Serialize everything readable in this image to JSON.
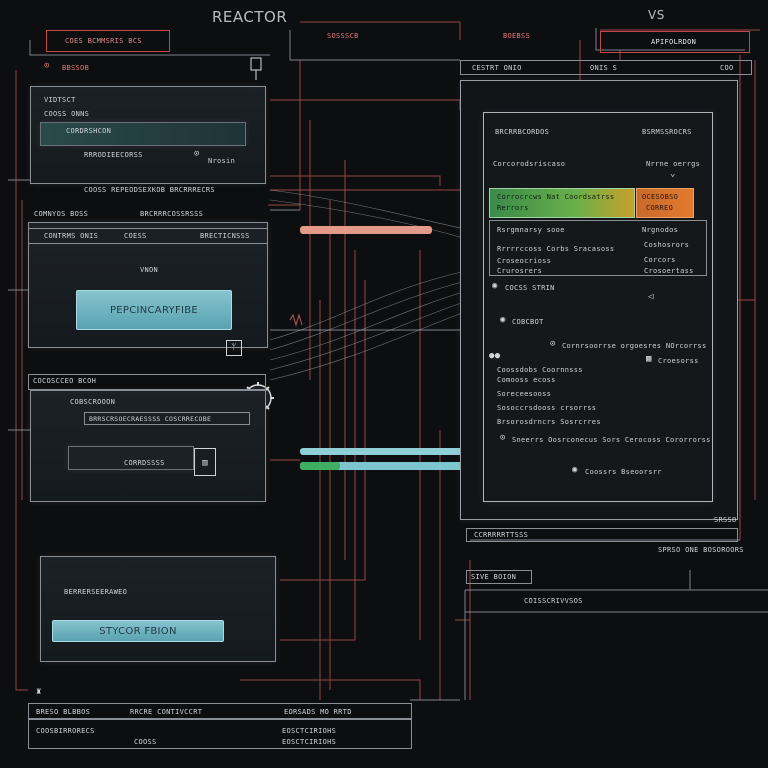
{
  "header": {
    "title": "REACTOR",
    "version": "VS",
    "left_tag": "COES BCMMSRIS BCS",
    "right_tag": "APIFOLRDON",
    "marker_label": "BBSSOB",
    "center_tag": "SOSSSCB",
    "mini_tag": "BOEBSS"
  },
  "top_strip": {
    "col1": "CESTRT ONIO",
    "col2": "ONIS S",
    "col3": "COO"
  },
  "panel_a": {
    "title": "VIDTSCT",
    "subtitle": "COOSS ONNS",
    "field_label": "CORDRSHCON",
    "field_sub": "RRRODIEECORSS",
    "badge": "Nrosin"
  },
  "panel_a_caption": "COOSS REPEODSEXKOB BRCRRRECRS",
  "row_labels": {
    "left": "COMNYOS BOSS",
    "right": "BRCRRRCOSSRSSS"
  },
  "panel_b": {
    "col1": "CONTRMS ONIS",
    "col2": "COESS",
    "col3": "BRECTICNSSS",
    "mini_label": "VNON",
    "button": "PEPCINCARYFIBE"
  },
  "panel_c": {
    "tag": "COCOSCCEO BCOH",
    "title": "COBSCROOON",
    "banner": "BRRSCRSOECRAESSSS COSCRRECOBE",
    "field": "CORRDSSSS"
  },
  "panel_d": {
    "label": "BERRERSEERAWEO",
    "button": "STYCOR FBION"
  },
  "bottom_table": {
    "r1c1": "BRESO BLBBOS",
    "r1c2": "RRCRE CONTIVCCRT",
    "r1c3": "EORSADS MO RRTD",
    "r2c1": "COOSBIRRORECS",
    "r2c2": "COOSS",
    "r2c3": "EOSCTCIRIOHS"
  },
  "monitor": {
    "top_left": "BRCRRBCORDOS",
    "top_right": "BSRMSSROCRS",
    "row2_left": "Corcorodsriscaso",
    "row2_right": "Nrrne oerrgs",
    "green_text": "Corrocrcws Nat Coordsatrss",
    "green_sub": "Rerrors",
    "orange_text": "OCESOBSO",
    "orange_sub": "CORREO",
    "list_head_left": "Rsrgmnarsy sooe",
    "list_head_right": "Nrgnodos",
    "list_1": "Rrrrrccoss Corbs Sracasoss",
    "list_1r": "Coshosrors",
    "list_2": "Croseocrioss",
    "list_2r": "Corcors",
    "list_3": "Crurosrers",
    "list_3r": "Crosoertass",
    "status_1": "COCSS STRIN",
    "status_2": "COBCBOT",
    "status_3": "Cornrsoorrse orgoesres NOrcorrss",
    "status_3r": "Croesorss",
    "bul_1": "Coossdobs Coornnsss",
    "bul_2": "Comooss ecoss",
    "bul_3": "Soreceesooss",
    "bul_4": "Sosoccrsdooss crsorrss",
    "bul_5": "Brsorosdrncrs Sosrcrres",
    "status_4": "Sneerrs Oosrconecus Sors Cerocoss Cororrorss",
    "status_5": "Coossrs Bseoorsrr",
    "footer_left": "CCRRRRRTTSSS",
    "footer_right": "SRSSO",
    "footer_under": "SPRSO ONE BOSOROORS"
  },
  "side_panel": {
    "title": "SIVE BOION",
    "sub": "COISSCRIVVSOS"
  },
  "colors": {
    "teal": "#86c3cf",
    "green": "#3fae62",
    "orange": "#e27a2e",
    "salmon": "#e38a7a",
    "wire": "#b85a5a"
  }
}
